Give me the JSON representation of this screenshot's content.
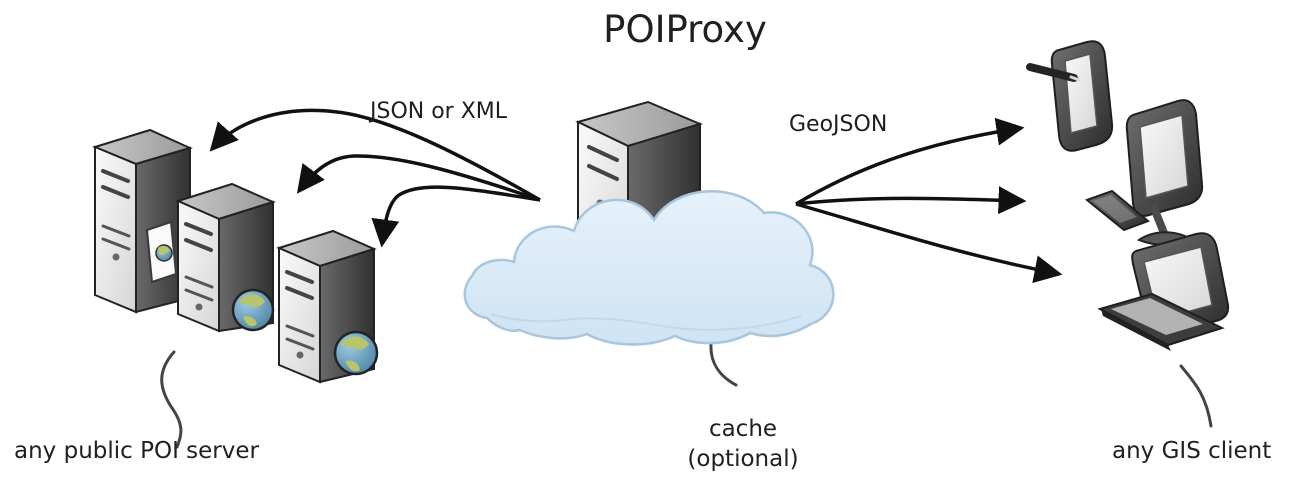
{
  "title": "POIProxy",
  "edges": {
    "source_format": "JSON or XML",
    "output_format": "GeoJSON"
  },
  "captions": {
    "servers": "any public POI server",
    "cache_line1": "cache",
    "cache_line2": "(optional)",
    "clients": "any GIS client"
  },
  "icons": {
    "servers": [
      "server-icon",
      "server-icon",
      "server-icon"
    ],
    "globes": [
      "globe-icon",
      "globe-icon",
      "globe-icon"
    ],
    "proxy": [
      "server-icon"
    ],
    "cache": [
      "cloud-icon"
    ],
    "clients": [
      "tablet-icon",
      "desktop-icon",
      "laptop-icon"
    ]
  },
  "colors": {
    "cloud_fill": "#d8e9f6",
    "cloud_stroke": "#a8c6de",
    "server_light": "#f7f7f7",
    "server_dark": "#525252",
    "globe_sea": "#73a4c3",
    "globe_land": "#b8c56c"
  }
}
